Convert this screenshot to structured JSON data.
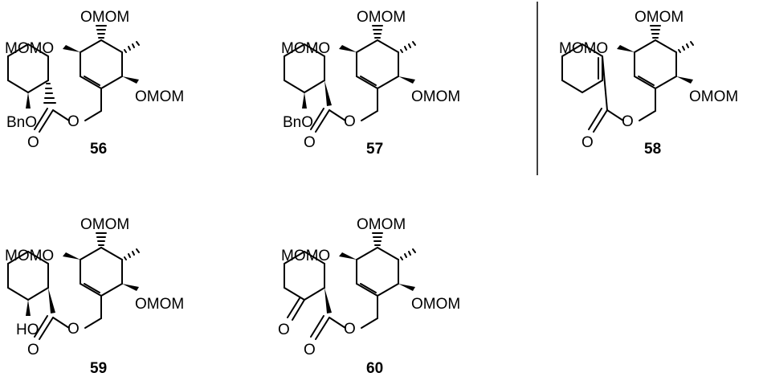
{
  "labels": {
    "omom": "OMOM",
    "momo": "MOMO",
    "bno": "BnO",
    "ho": "HO",
    "o": "O"
  },
  "compounds": [
    {
      "id": "56",
      "variant": "trans-OBn"
    },
    {
      "id": "57",
      "variant": "cis-OBn"
    },
    {
      "id": "58",
      "variant": "cyclohexenyl"
    },
    {
      "id": "59",
      "variant": "cis-OH"
    },
    {
      "id": "60",
      "variant": "ketone"
    }
  ]
}
